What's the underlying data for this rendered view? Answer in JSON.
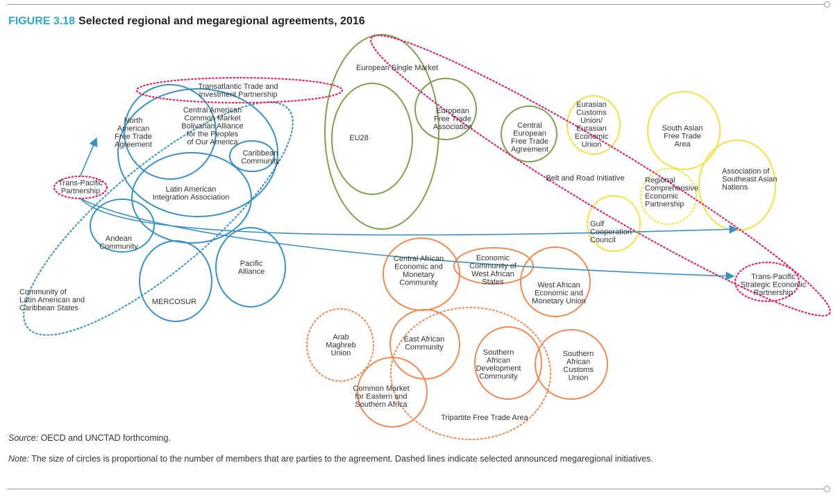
{
  "figure": {
    "number": "FIGURE 3.18",
    "title": "Selected regional and megaregional agreements, 2016"
  },
  "colors": {
    "americas": "#3b8fc4",
    "europe": "#7fa050",
    "asia": "#f2e14b",
    "africa": "#ee8a55",
    "megaregional": "#e0245e",
    "title_accent": "#2fa8c6"
  },
  "agreements": [
    {
      "id": "nafta",
      "lines": [
        "North",
        "American",
        "Free Trade",
        "Agreement"
      ]
    },
    {
      "id": "cacm",
      "lines": [
        "Central American",
        "Common Market",
        "Bolivarian Alliance",
        "for the Peoples",
        "of Our America"
      ]
    },
    {
      "id": "caricom",
      "lines": [
        "Caribbean",
        "Community"
      ]
    },
    {
      "id": "aladi",
      "lines": [
        "Latin American",
        "Integration Association"
      ]
    },
    {
      "id": "andean",
      "lines": [
        "Andean",
        "Community"
      ]
    },
    {
      "id": "mercosur",
      "lines": [
        "MERCOSUR"
      ]
    },
    {
      "id": "pacific",
      "lines": [
        "Pacific",
        "Alliance"
      ]
    },
    {
      "id": "celac",
      "lines": [
        "Community of",
        "Latin American and",
        "Caribbean States"
      ]
    },
    {
      "id": "tpp",
      "lines": [
        "Trans-Pacific",
        "Partnership"
      ]
    },
    {
      "id": "ttip",
      "lines": [
        "Transatlantic Trade and",
        "Investment Partnership"
      ]
    },
    {
      "id": "esm",
      "lines": [
        "European Single Market"
      ]
    },
    {
      "id": "eu28",
      "lines": [
        "EU28"
      ]
    },
    {
      "id": "efta",
      "lines": [
        "European",
        "Free Trade",
        "Association"
      ]
    },
    {
      "id": "cefta",
      "lines": [
        "Central",
        "European",
        "Free Trade",
        "Agreement"
      ]
    },
    {
      "id": "eaeu",
      "lines": [
        "Eurasian",
        "Customs",
        "Union/",
        "Eurasian",
        "Economic",
        "Union"
      ]
    },
    {
      "id": "safta",
      "lines": [
        "South Asian",
        "Free Trade",
        "Area"
      ]
    },
    {
      "id": "asean",
      "lines": [
        "Association of",
        "Southeast Asian",
        "Nations"
      ]
    },
    {
      "id": "rcep",
      "lines": [
        "Regional",
        "Comprehensive",
        "Economic",
        "Partnership"
      ]
    },
    {
      "id": "bri",
      "lines": [
        "Belt and Road Initiative"
      ]
    },
    {
      "id": "gcc",
      "lines": [
        "Gulf",
        "Cooperation",
        "Council"
      ]
    },
    {
      "id": "tpsep",
      "lines": [
        "Trans-Pacific",
        "Strategic Economic",
        "Partnership"
      ]
    },
    {
      "id": "cemac",
      "lines": [
        "Central African",
        "Economic and",
        "Monetary",
        "Community"
      ]
    },
    {
      "id": "ecowas",
      "lines": [
        "Economic",
        "Community of",
        "West African",
        "States"
      ]
    },
    {
      "id": "waemu",
      "lines": [
        "West African",
        "Economic and",
        "Monetary Union"
      ]
    },
    {
      "id": "amu",
      "lines": [
        "Arab",
        "Maghreb",
        "Union"
      ]
    },
    {
      "id": "eac",
      "lines": [
        "East African",
        "Community"
      ]
    },
    {
      "id": "sadc",
      "lines": [
        "Southern",
        "African",
        "Development",
        "Community"
      ]
    },
    {
      "id": "sacu",
      "lines": [
        "Southern",
        "African",
        "Customs",
        "Union"
      ]
    },
    {
      "id": "comesa",
      "lines": [
        "Common Market",
        "for Eastern and",
        "Southern Africa"
      ]
    },
    {
      "id": "tfta",
      "lines": [
        "Tripartite Free Trade Area"
      ]
    }
  ],
  "source": {
    "label": "Source:",
    "text": " OECD and UNCTAD forthcoming."
  },
  "note": {
    "label": "Note:",
    "text": " The size of circles is proportional to the number of members that are parties to the agreement. Dashed lines indicate selected announced megaregional initiatives."
  }
}
